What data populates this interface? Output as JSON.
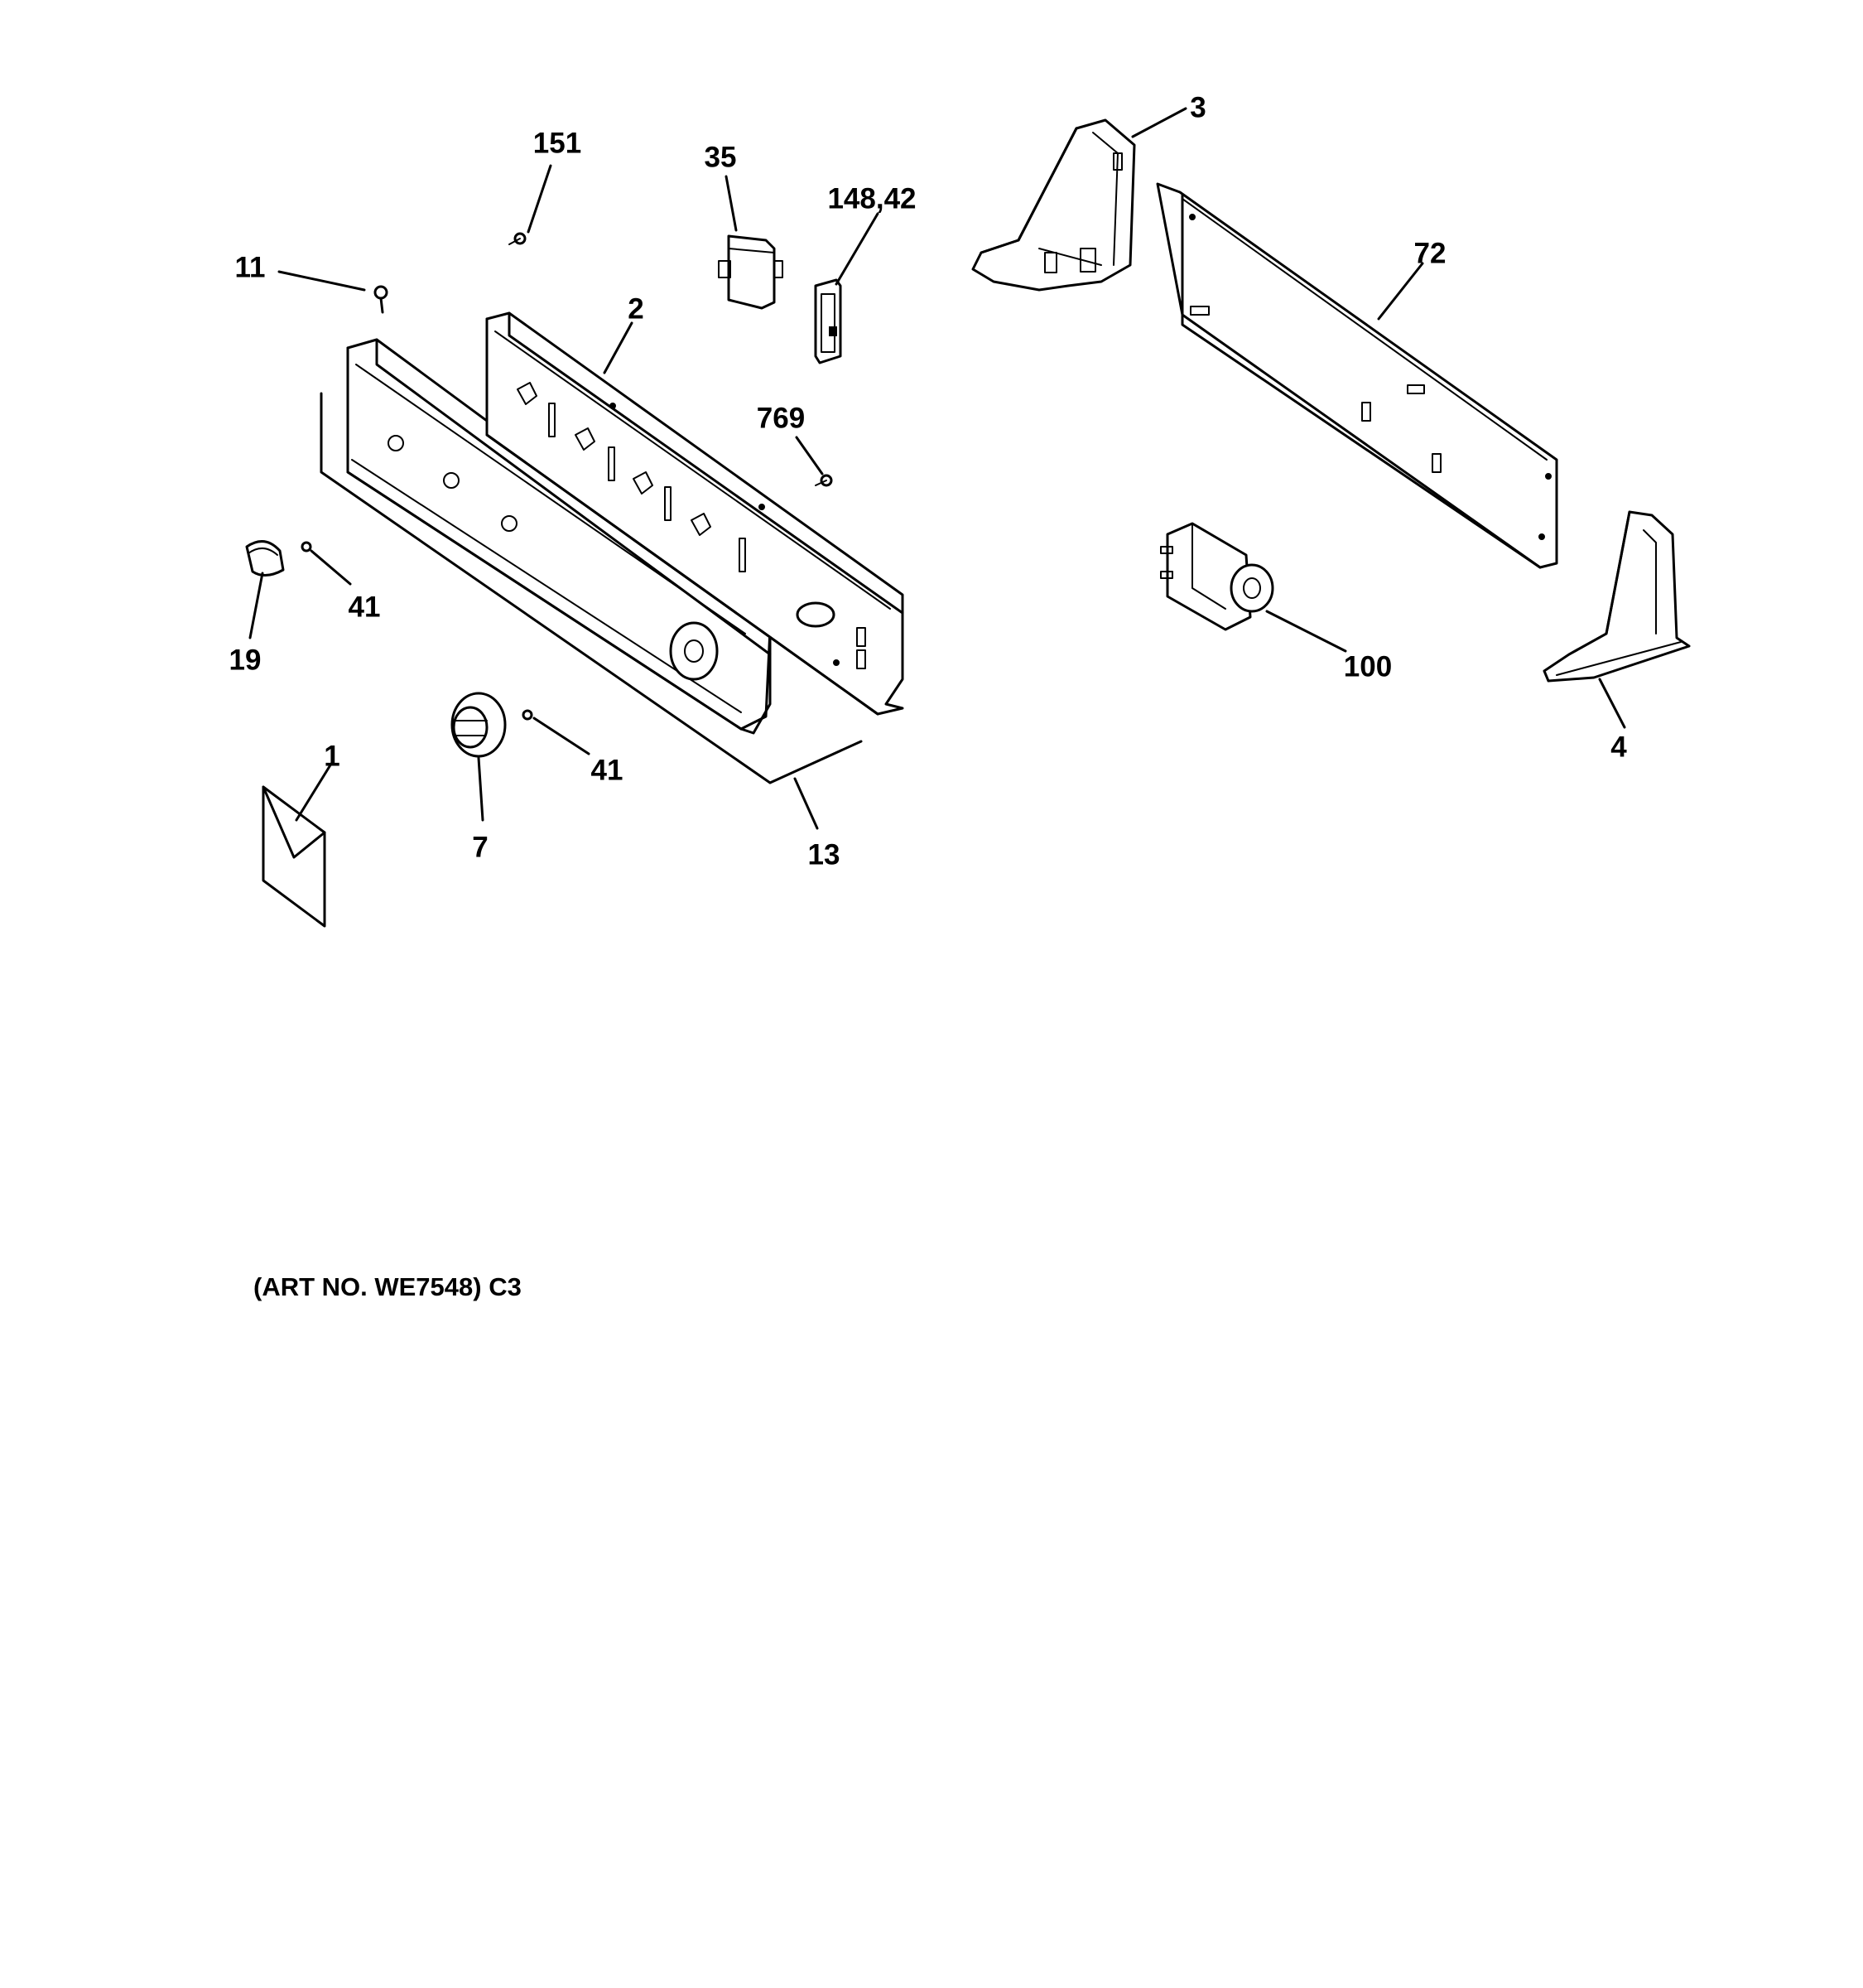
{
  "callouts": {
    "c151": "151",
    "c35": "35",
    "c148_42": "148,42",
    "c3": "3",
    "c11": "11",
    "c2": "2",
    "c72": "72",
    "c769": "769",
    "c41a": "41",
    "c19": "19",
    "c100": "100",
    "c4": "4",
    "c1": "1",
    "c41b": "41",
    "c7": "7",
    "c13": "13"
  },
  "art_number": "(ART NO. WE7548) C3",
  "colors": {
    "ink": "#000000",
    "paper": "#ffffff"
  }
}
